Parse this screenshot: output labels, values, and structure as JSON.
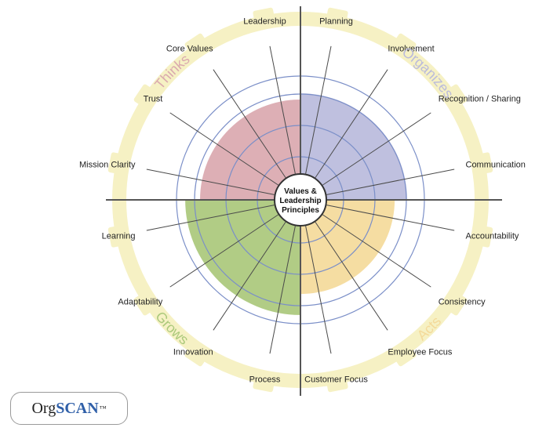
{
  "center": {
    "line1": "Values &",
    "line2": "Leadership",
    "line3": "Principles"
  },
  "quadrants": [
    {
      "name": "Thinks",
      "color": "#d9a6ad",
      "level": 0.81
    },
    {
      "name": "Organizes",
      "color": "#b8b9dc",
      "level": 0.86
    },
    {
      "name": "Acts",
      "color": "#f4d998",
      "level": 0.76
    },
    {
      "name": "Grows",
      "color": "#a8c778",
      "level": 0.93
    }
  ],
  "spokes": [
    "Planning",
    "Involvement",
    "Recognition / Sharing",
    "Communication",
    "Accountability",
    "Consistency",
    "Employee Focus",
    "Customer Focus",
    "Process",
    "Innovation",
    "Adaptability",
    "Learning",
    "Mission Clarity",
    "Trust",
    "Core Values",
    "Leadership"
  ],
  "logo": {
    "prefix": "Org",
    "brand": "SCAN",
    "mark": "™"
  },
  "colors": {
    "ring": "#f6f1c4",
    "grid": "#7b8fc8",
    "spoke": "#4a4a4a"
  }
}
